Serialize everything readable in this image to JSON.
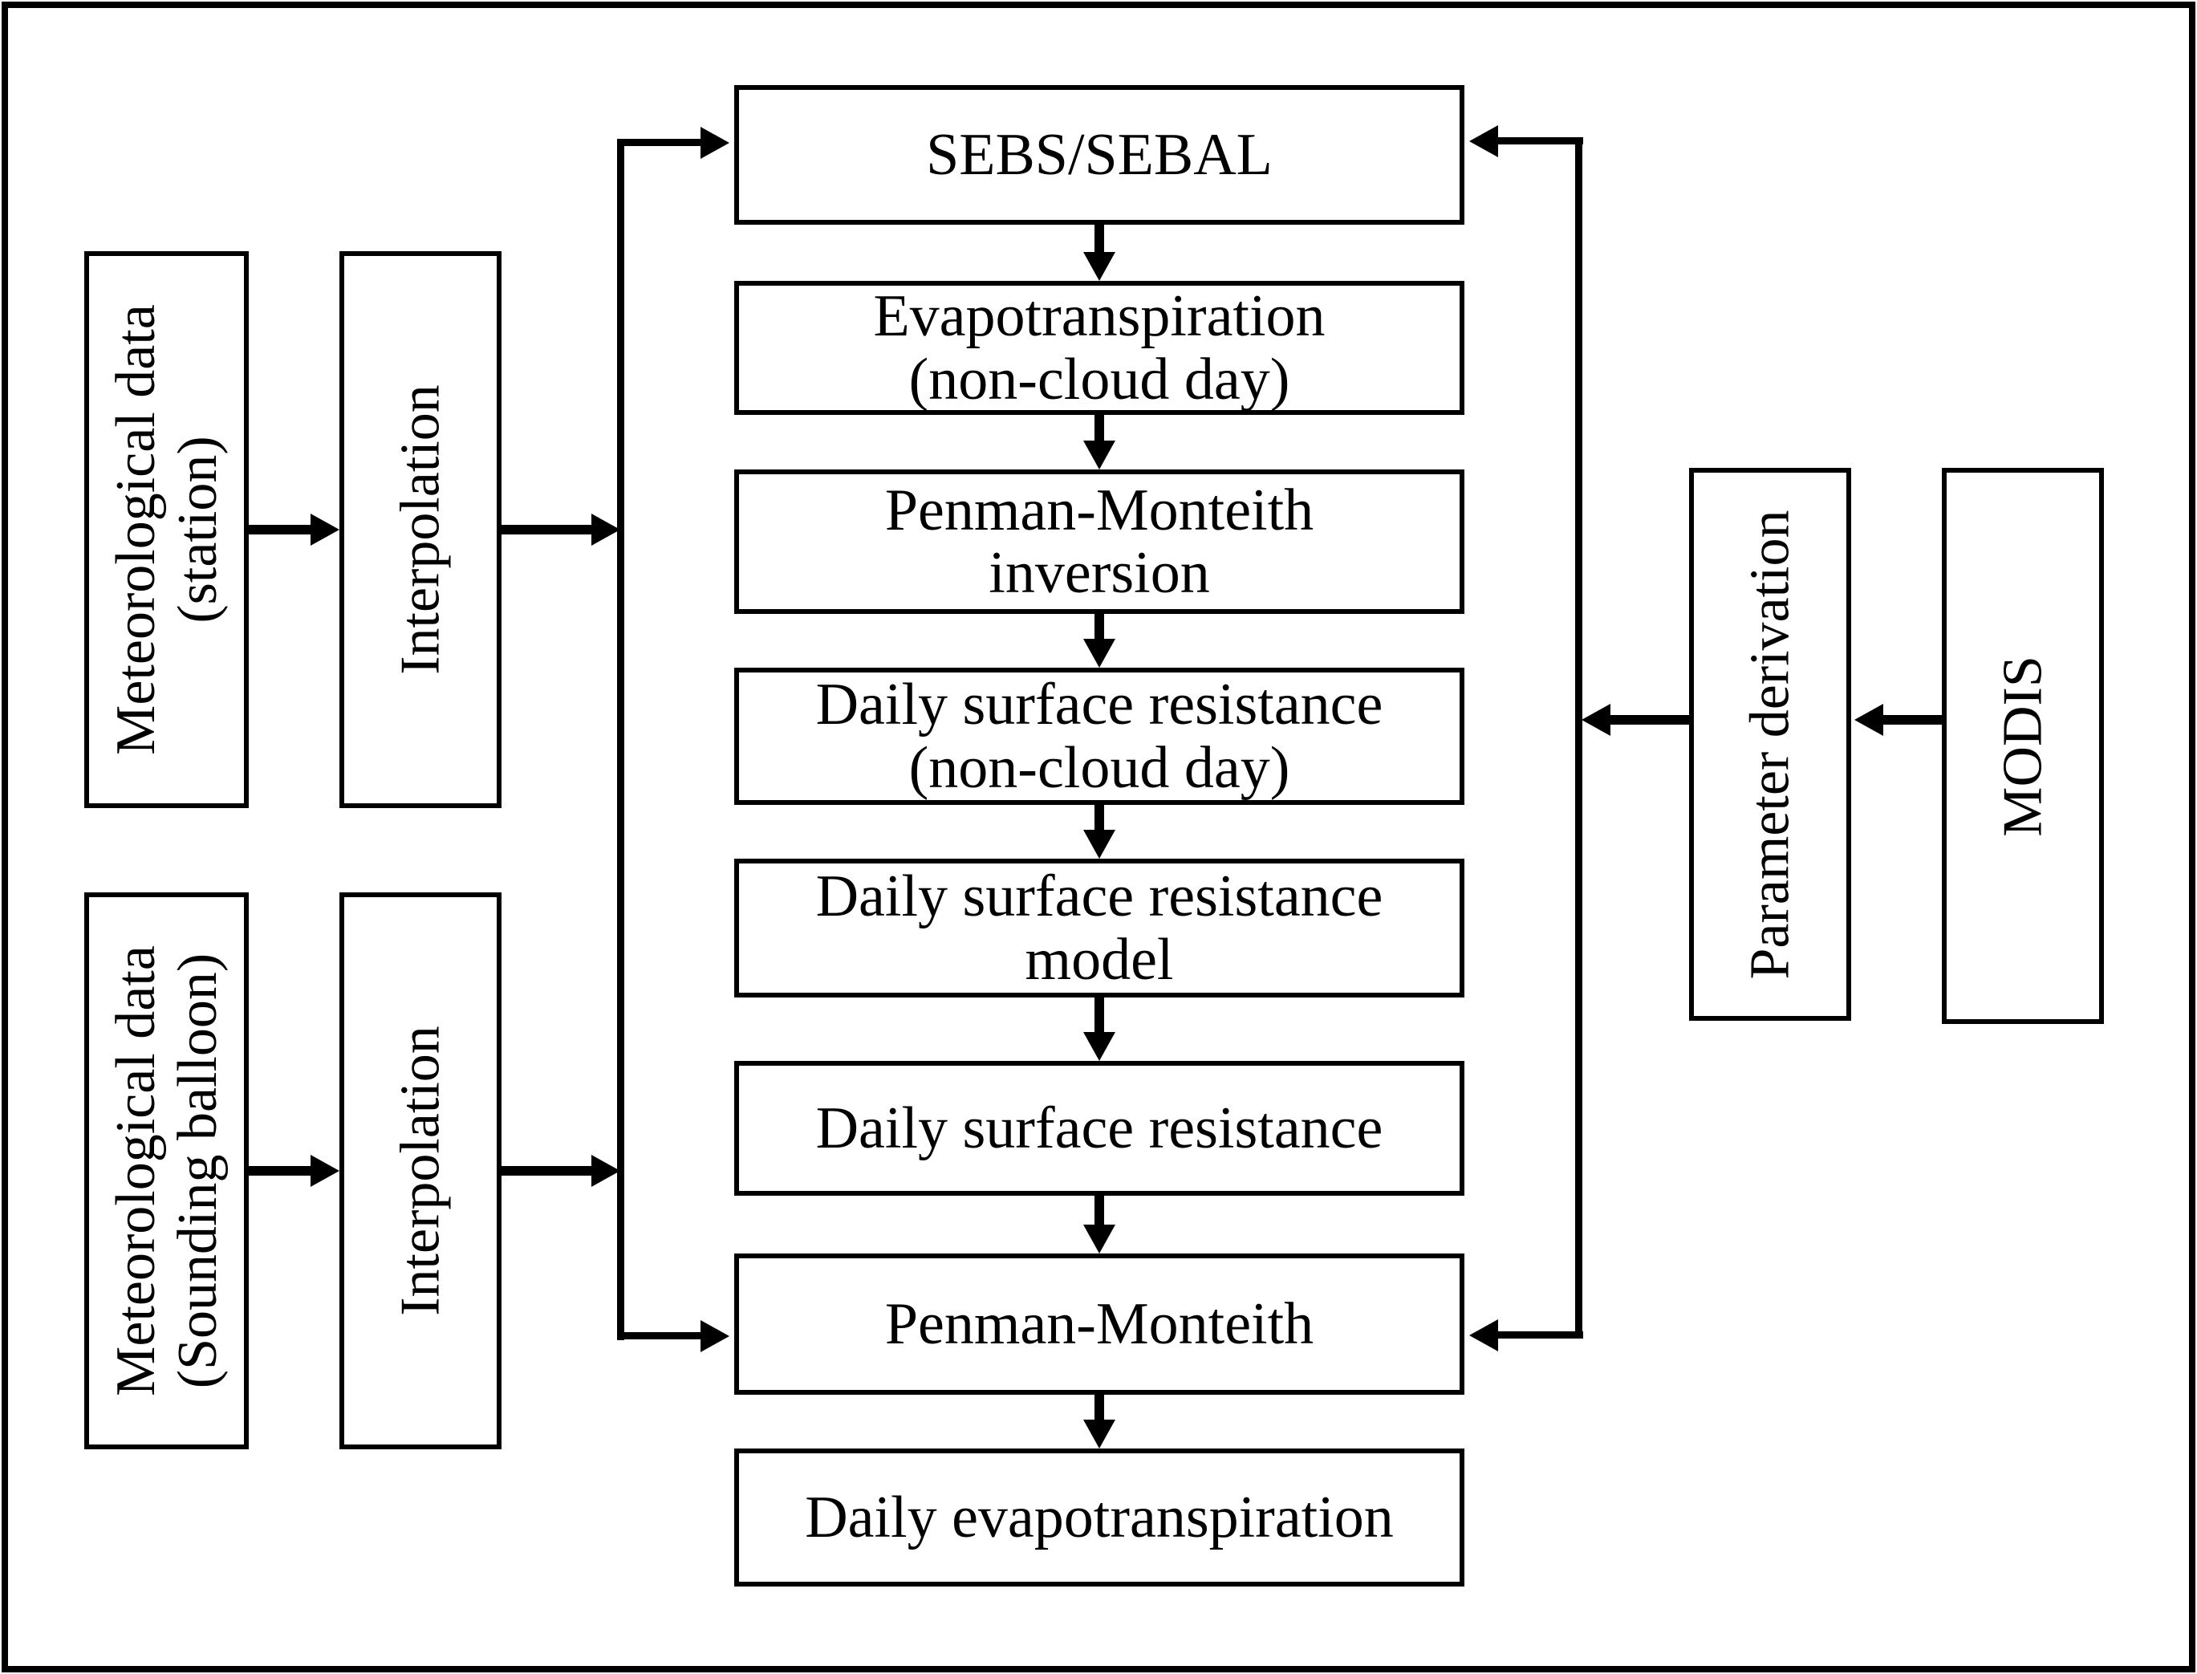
{
  "colors": {
    "line": "#000000",
    "background": "#ffffff"
  },
  "nodes": {
    "met_station": {
      "lines": [
        "Meteorological data",
        "(station)"
      ]
    },
    "interpolation_station": {
      "lines": [
        "Interpolation"
      ]
    },
    "met_balloon": {
      "lines": [
        "Meteorological data",
        "(Sounding balloon)"
      ]
    },
    "interpolation_balloon": {
      "lines": [
        "Interpolation"
      ]
    },
    "sebs_sebal": {
      "lines": [
        "SEBS/SEBAL"
      ]
    },
    "evapotranspiration_non_cloud": {
      "lines": [
        "Evapotranspiration",
        "(non-cloud day)"
      ]
    },
    "penman_monteith_inversion": {
      "lines": [
        "Penman-Monteith",
        "inversion"
      ]
    },
    "daily_surface_resistance_non_cloud": {
      "lines": [
        "Daily surface resistance",
        "(non-cloud day)"
      ]
    },
    "daily_surface_resistance_model": {
      "lines": [
        "Daily surface resistance",
        "model"
      ]
    },
    "daily_surface_resistance": {
      "lines": [
        "Daily surface resistance"
      ]
    },
    "penman_monteith": {
      "lines": [
        "Penman-Monteith"
      ]
    },
    "daily_evapotranspiration": {
      "lines": [
        "Daily evapotranspiration"
      ]
    },
    "parameter_derivation": {
      "lines": [
        "Parameter derivation"
      ]
    },
    "modis": {
      "lines": [
        "MODIS"
      ]
    }
  },
  "edges": [
    {
      "from": "met_station",
      "to": "interpolation_station"
    },
    {
      "from": "met_balloon",
      "to": "interpolation_balloon"
    },
    {
      "from": "interpolation_station",
      "to": "left_bus"
    },
    {
      "from": "interpolation_balloon",
      "to": "left_bus"
    },
    {
      "from": "left_bus",
      "to": "sebs_sebal"
    },
    {
      "from": "left_bus",
      "to": "penman_monteith"
    },
    {
      "from": "sebs_sebal",
      "to": "evapotranspiration_non_cloud"
    },
    {
      "from": "evapotranspiration_non_cloud",
      "to": "penman_monteith_inversion"
    },
    {
      "from": "penman_monteith_inversion",
      "to": "daily_surface_resistance_non_cloud"
    },
    {
      "from": "daily_surface_resistance_non_cloud",
      "to": "daily_surface_resistance_model"
    },
    {
      "from": "daily_surface_resistance_model",
      "to": "daily_surface_resistance"
    },
    {
      "from": "daily_surface_resistance",
      "to": "penman_monteith"
    },
    {
      "from": "penman_monteith",
      "to": "daily_evapotranspiration"
    },
    {
      "from": "modis",
      "to": "parameter_derivation"
    },
    {
      "from": "parameter_derivation",
      "to": "right_bus"
    },
    {
      "from": "right_bus",
      "to": "sebs_sebal"
    },
    {
      "from": "right_bus",
      "to": "penman_monteith"
    }
  ]
}
